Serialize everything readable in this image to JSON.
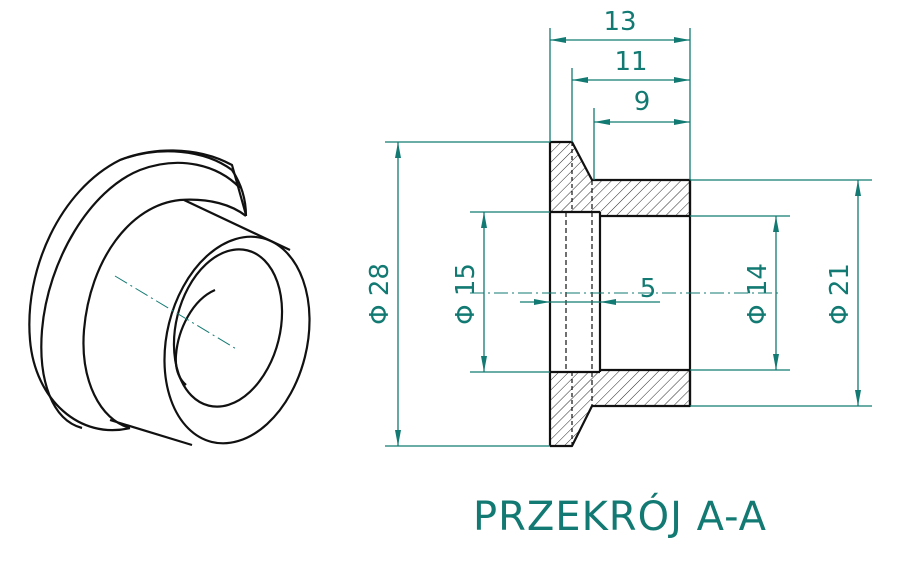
{
  "drawing": {
    "section_title": "PRZEKRÓJ A-A",
    "dimensions": {
      "total_length": "13",
      "length_11": "11",
      "length_9": "9",
      "bore_depth": "5",
      "dia_flange": "Φ 28",
      "dia_bore": "Φ 15",
      "dia_inner": "Φ 14",
      "dia_hub": "Φ 21"
    },
    "colors": {
      "dimension": "#127a72",
      "outline": "#111111"
    }
  }
}
